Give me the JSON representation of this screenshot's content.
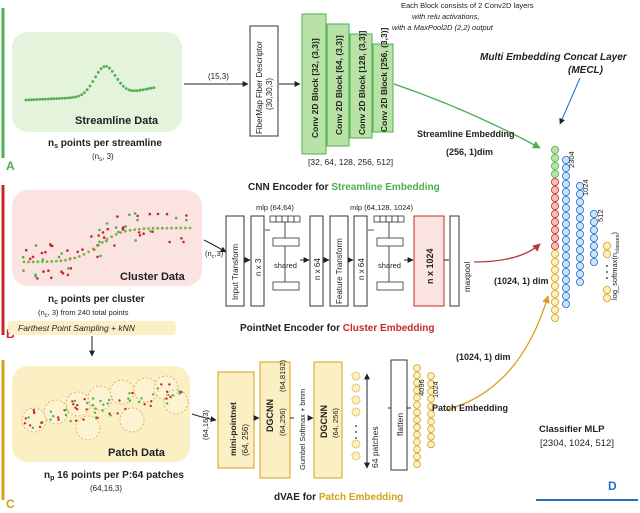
{
  "fiber_note": {
    "line1": "Each Block consists of 2 Conv2D layers",
    "line2": "with relu activations,",
    "line3": "with a MaxPool2D (2,2) output"
  },
  "streamline": {
    "panel_title": "Streamline Data",
    "points_caption": "n",
    "points_sub": "s",
    "points_rest": " points per streamline",
    "shape": "(n",
    "shape_sub": "s",
    "shape_rest": ", 3)",
    "input_shape": "(15,3)",
    "descriptor_l1": "FiberMap Fiber Descriptor",
    "descriptor_l2": "(30,30,3)",
    "blocks": [
      "Conv 2D Block [32, (3,3)]",
      "Conv 2D Block [64, (3,3)]",
      "Conv 2D Block [128, (3,3)]",
      "Conv 2D Block [256, (3,3)]"
    ],
    "block_sizes": "[32, 64, 128, 256, 512]",
    "embedding_label": "Streamline Embedding",
    "embedding_dim": "(256, 1)dim",
    "encoder_prefix": "CNN Encoder for ",
    "encoder_suffix": "Streamline Embedding",
    "section_letter": "A"
  },
  "cluster": {
    "panel_title": "Cluster Data",
    "points_caption": "n",
    "points_sub": "c",
    "points_rest": " points per cluster",
    "shape": "(n",
    "shape_sub": "c",
    "shape_rest": ", 3) from 240 total points",
    "sampling": "Farthest Point Sampling + kNN",
    "input_shape": "(n",
    "input_shape_sub": "c",
    "input_shape_rest": ",3)",
    "input_transform": "Input Transform",
    "nx3": "n x 3",
    "mlp1": "mlp (64,64)",
    "nx64a": "n x 64",
    "feature_transform": "Feature Transform",
    "nx64b": "n x 64",
    "mlp2": "mlp (64,128, 1024)",
    "nx1024": "n x 1024",
    "shared1": "shared",
    "shared2": "shared",
    "maxpool": "maxpool",
    "embedding_dim": "(1024, 1) dim",
    "encoder_prefix": "PointNet Encoder for ",
    "encoder_suffix": "Cluster Embedding",
    "section_letter": "B"
  },
  "patch": {
    "panel_title": "Patch Data",
    "points_caption": "n",
    "points_sub": "p",
    "points_rest": " 16 points per P:64 patches",
    "shape": "(64,16,3)",
    "input_shape": "(64,16,3)",
    "mini_pointnet": "mini-pointnet",
    "mini_pointnet_dim": "(64, 256)",
    "dgcnn1": "DGCNN",
    "dgcnn1_dim": "(64,256)",
    "dgcnn1_dim2": "(64,8192)",
    "gumbel": "Gumbel Softmax + bmm",
    "dgcnn2": "DGCNN",
    "dgcnn2_dim": "(64, 256)",
    "patches": "64 patches",
    "flatten": "flatten",
    "dim4096": "4096",
    "dim1024": "1024",
    "embedding_label": "Patch Embedding",
    "embedding_dim": "(1024, 1) dim",
    "encoder_prefix": "dVAE for ",
    "encoder_suffix": "Patch Embedding",
    "section_letter": "C"
  },
  "classifier": {
    "mecl_l1": "Multi Embedding Concat Layer",
    "mecl_l2": "(MECL)",
    "dim2304": "2304",
    "dim1024": "1024",
    "dim512": "512",
    "softmax": "log_softmax(n",
    "softmax_sub": "classes",
    "softmax_rest": ")",
    "title": "Classifier MLP",
    "sizes": "[2304, 1024, 512]",
    "section_letter": "D"
  },
  "colors": {
    "green": "#4caf50",
    "green_light": "#b9e3a6",
    "red": "#c62828",
    "red_light": "#fbe3e1",
    "gold": "#d4a017",
    "gold_light": "#fbefc4",
    "blue": "#1f6fc5",
    "blue_light": "#cfe3fb"
  }
}
